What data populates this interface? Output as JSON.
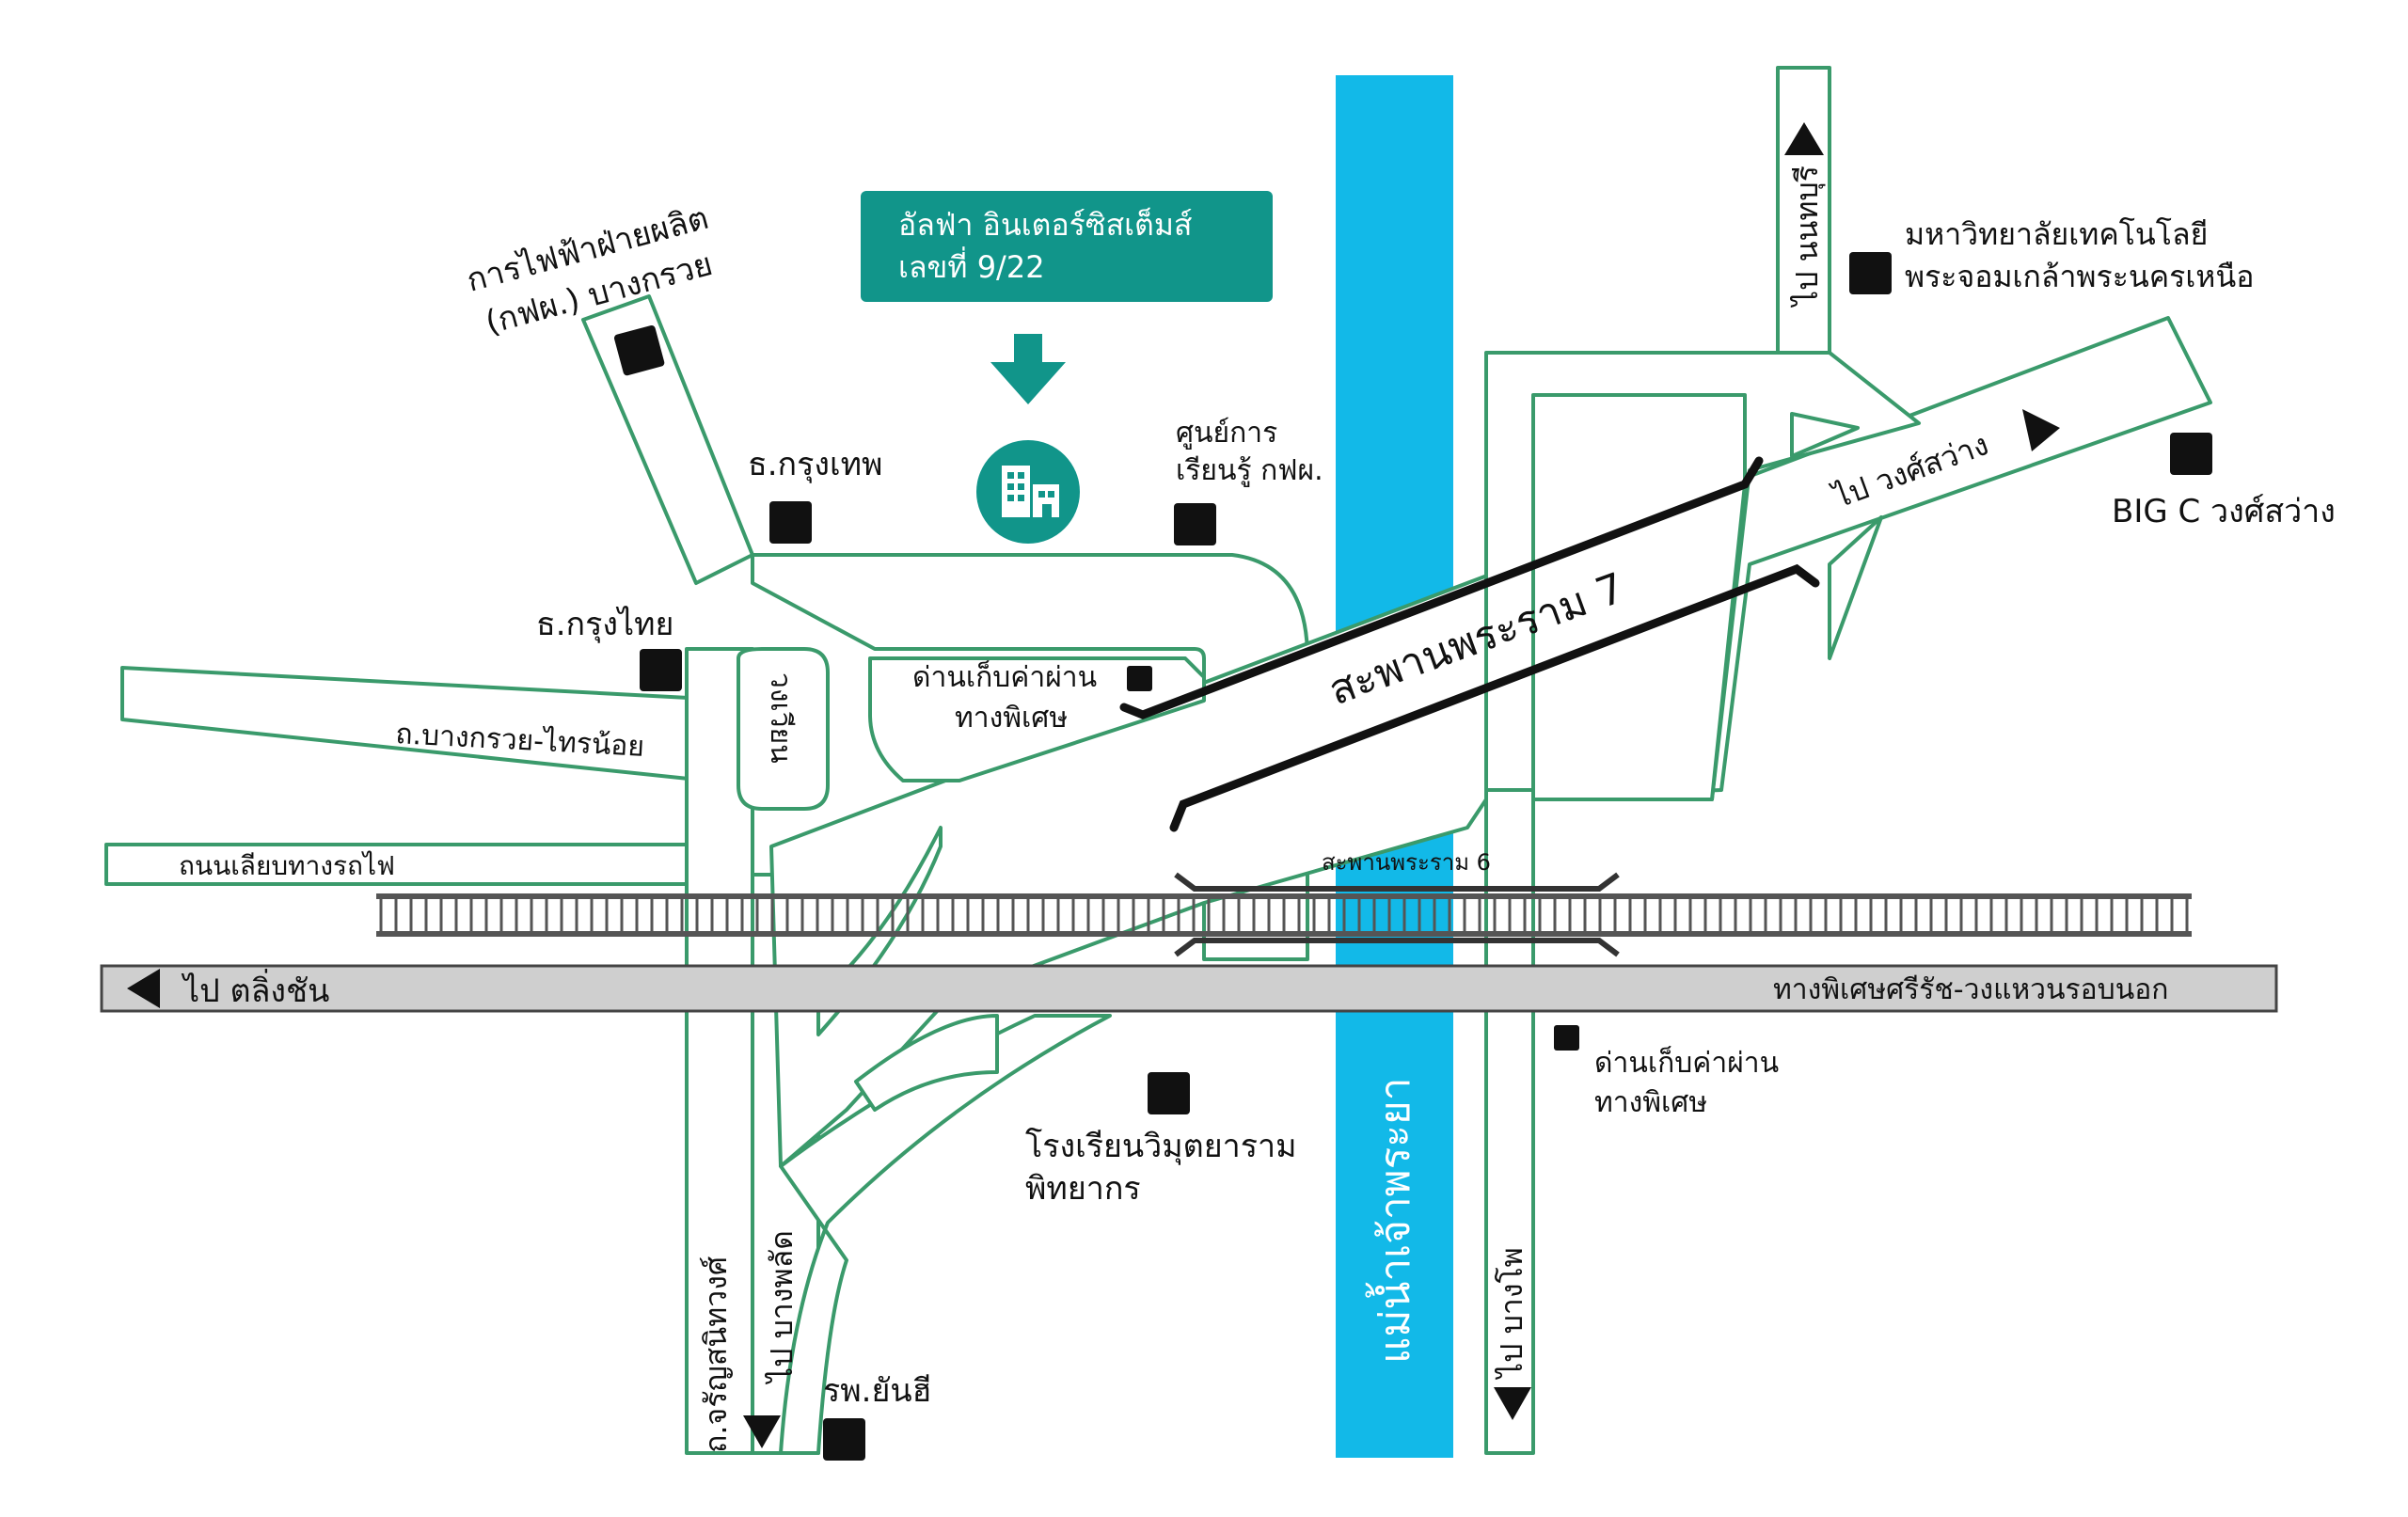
{
  "colors": {
    "road_outline": "#3a9a6b",
    "river": "#12b9e8",
    "callout": "#11958a",
    "highway": "#cfcfcf",
    "landmark": "#111111"
  },
  "callout": {
    "line1": "อัลฟ่า อินเตอร์ซิสเต็มส์",
    "line2": "เลขที่ 9/22",
    "icon": "office-building-icon",
    "arrow": "down-arrow-icon"
  },
  "roads": {
    "bang_kruai_sai_noi": "ถ.บางกรวย-ไทรน้อย",
    "railway_side_road": "ถนนเลียบทางรถไฟ",
    "roundabout": "วงเวียน",
    "charan_sanitwong": "ถ.จรัญสนิทวงศ์",
    "expressway": "ทางพิเศษศรีรัช-วงแหวนรอบนอก"
  },
  "bridges": {
    "rama7": "สะพานพระราม 7",
    "rama6": "สะพานพระราม 6"
  },
  "river": "แม่น้ำเจ้าพระยา",
  "directions": {
    "taling_chan": "ไป ตลิ่งชัน",
    "nonthaburi": "ไป นนทบุรี",
    "wongsawang": "ไป วงศ์สว่าง",
    "bang_phlat": "ไป บางพลัด",
    "bang_pho": "ไป บางโพ"
  },
  "landmarks": {
    "egat_line1": "การไฟฟ้าฝ่ายผลิต",
    "egat_line2": "(กฟผ.) บางกรวย",
    "bangkok_bank": "ธ.กรุงเทพ",
    "krungthai_bank": "ธ.กรุงไทย",
    "egat_learning_line1": "ศูนย์การ",
    "egat_learning_line2": "เรียนรู้ กฟผ.",
    "toll_west_line1": "ด่านเก็บค่าผ่าน",
    "toll_west_line2": "ทางพิเศษ",
    "kmutnb_line1": "มหาวิทยาลัยเทคโนโลยี",
    "kmutnb_line2": "พระจอมเกล้าพระนครเหนือ",
    "bigc": "BIG C วงศ์สว่าง",
    "toll_east_line1": "ด่านเก็บค่าผ่าน",
    "toll_east_line2": "ทางพิเศษ",
    "school_line1": "โรงเรียนวิมุตยาราม",
    "school_line2": "พิทยากร",
    "hospital": "รพ.ยันฮี"
  }
}
